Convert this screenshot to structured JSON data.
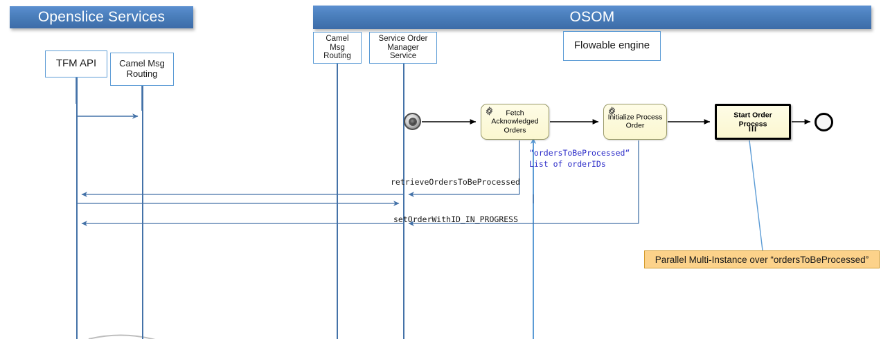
{
  "diagram": {
    "title_left": "Openslice Services",
    "title_right": "OSOM"
  },
  "participants": [
    {
      "id": "tfm-api",
      "label": "TFM API",
      "group": "openslice"
    },
    {
      "id": "camel-msg",
      "label": "Camel Msg\nRouting",
      "group": "openslice"
    },
    {
      "id": "camel-osom",
      "label": "Camel\nMsg\nRouting",
      "group": "osom"
    },
    {
      "id": "service-order-manager",
      "label": "Service Order\nManager\nService",
      "group": "osom"
    },
    {
      "id": "flowable",
      "label": "Flowable engine",
      "group": "osom"
    }
  ],
  "process": {
    "start_event": {
      "name": "start-event",
      "type": "message-start"
    },
    "tasks": [
      {
        "id": "fetch-acknowledged-orders",
        "label": "Fetch Acknowledged\nOrders",
        "type": "service-task",
        "icon": "gear-icon"
      },
      {
        "id": "initialize-process-order",
        "label": "Initialize Process\nOrder",
        "type": "service-task",
        "icon": "gear-icon"
      },
      {
        "id": "start-order-process",
        "label": "Start Order Process",
        "type": "call-activity",
        "marker": "parallel-multi-instance",
        "marker_glyph": "III"
      }
    ],
    "end_event": {
      "name": "end-event",
      "type": "none-end"
    }
  },
  "annotations": {
    "orders_variable": "\"ordersToBeProcessed“\nList of orderIDs",
    "orders_variable_line1": "\"ordersToBeProcessed“",
    "orders_variable_line2": "List of orderIDs",
    "parallel_note": "Parallel Multi-Instance over “ordersToBeProcessed”"
  },
  "messages": [
    {
      "id": "retrieve-orders",
      "label": "retrieveOrdersToBeProcessed",
      "direction": "left"
    },
    {
      "id": "set-order-status",
      "label": "setOrderWithID_IN_PROGRESS",
      "direction": "left"
    }
  ],
  "colors": {
    "banner_blue": "#4a7ebb",
    "lifeline_blue": "#4472a8",
    "participant_border": "#5b9bd5",
    "task_fill": "#fbf7d0",
    "task_border": "#9a9a6a",
    "annotation_fill": "#fcd28a",
    "annotation_border": "#d39b2c",
    "annotation_text": "#2b2bc8"
  }
}
